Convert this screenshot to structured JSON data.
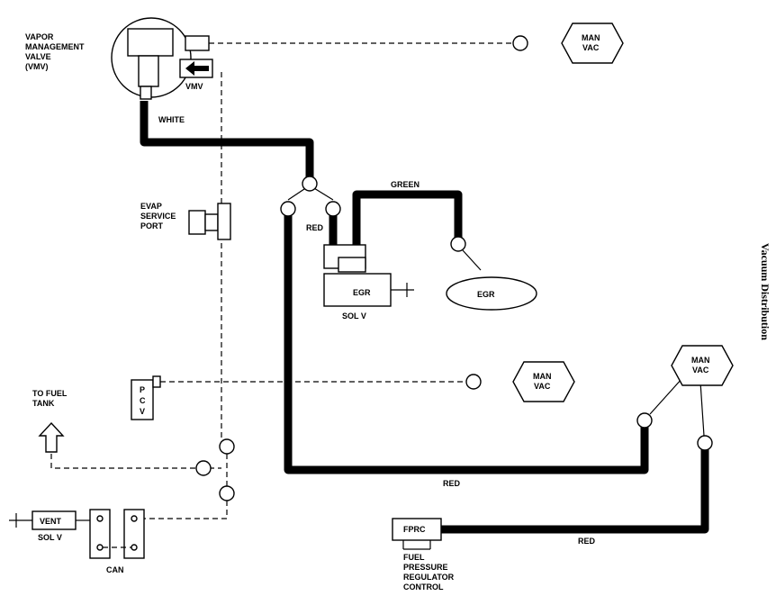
{
  "labels": {
    "vmv_title_1": "VAPOR",
    "vmv_title_2": "MANAGEMENT",
    "vmv_title_3": "VALVE",
    "vmv_title_4": "(VMV)",
    "vmv_tag": "VMV",
    "man_vac": "MAN",
    "man_vac_2": "VAC",
    "white": "WHITE",
    "green": "GREEN",
    "red": "RED",
    "egr": "EGR",
    "sol_v": "SOL V",
    "evap_1": "EVAP",
    "evap_2": "SERVICE",
    "evap_3": "PORT",
    "pcv_p": "P",
    "pcv_c": "C",
    "pcv_v": "V",
    "fuel_tank_1": "TO FUEL",
    "fuel_tank_2": "TANK",
    "vent": "VENT",
    "can": "CAN",
    "fprc": "FPRC",
    "fprc_desc_1": "FUEL",
    "fprc_desc_2": "PRESSURE",
    "fprc_desc_3": "REGULATOR",
    "fprc_desc_4": "CONTROL",
    "side_title": "Vacuum Distribution"
  }
}
